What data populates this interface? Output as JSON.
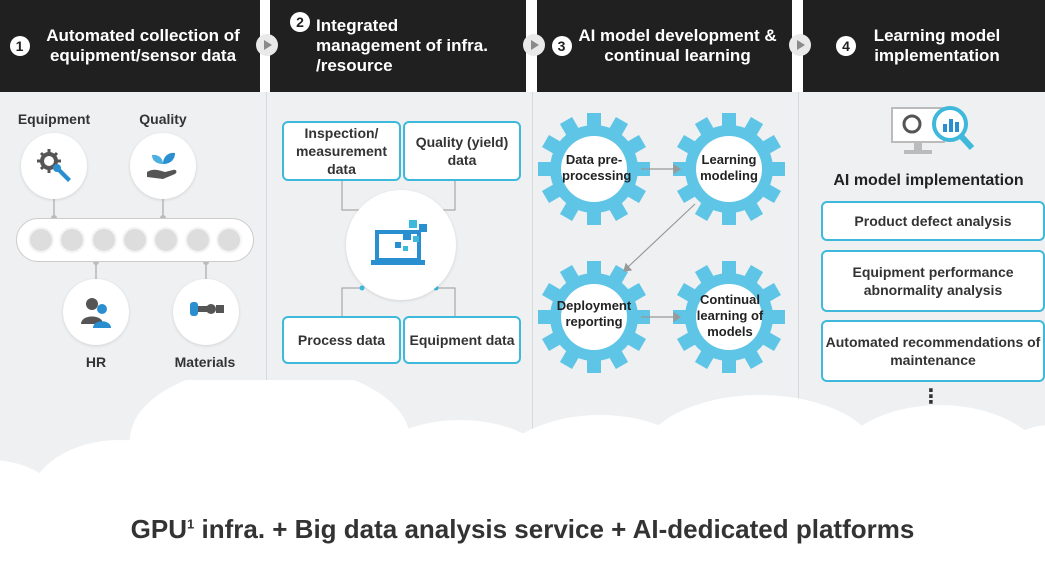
{
  "steps": [
    {
      "num": "1",
      "text": "Automated collection of equipment/sensor data"
    },
    {
      "num": "2",
      "text": "Integrated management of infra. /resource"
    },
    {
      "num": "3",
      "text": "AI model development & continual learning"
    },
    {
      "num": "4",
      "text": "Learning model implementation"
    }
  ],
  "col1": {
    "top_labels": [
      "Equipment",
      "Quality"
    ],
    "bottom_labels": [
      "HR",
      "Materials"
    ]
  },
  "col2": {
    "boxes": [
      "Inspection/ measurement data",
      "Quality (yield) data",
      "Process data",
      "Equipment data"
    ]
  },
  "col3": {
    "gears": [
      "Data pre-processing",
      "Learning modeling",
      "Deployment reporting",
      "Continual learning of models"
    ]
  },
  "col4": {
    "title": "AI model implementation",
    "items": [
      "Product defect analysis",
      "Equipment performance abnormality analysis",
      "Automated recommendations of maintenance"
    ],
    "ellipsis": "⋮"
  },
  "footer": {
    "prefix": "GPU",
    "superscript": "1",
    "suffix": " infra. + Big data analysis service + AI-dedicated platforms"
  },
  "colors": {
    "header_bg": "#202020",
    "accent": "#3fb9db",
    "icon_blue": "#2a8fd0",
    "panel_bg": "#eef0f2"
  }
}
